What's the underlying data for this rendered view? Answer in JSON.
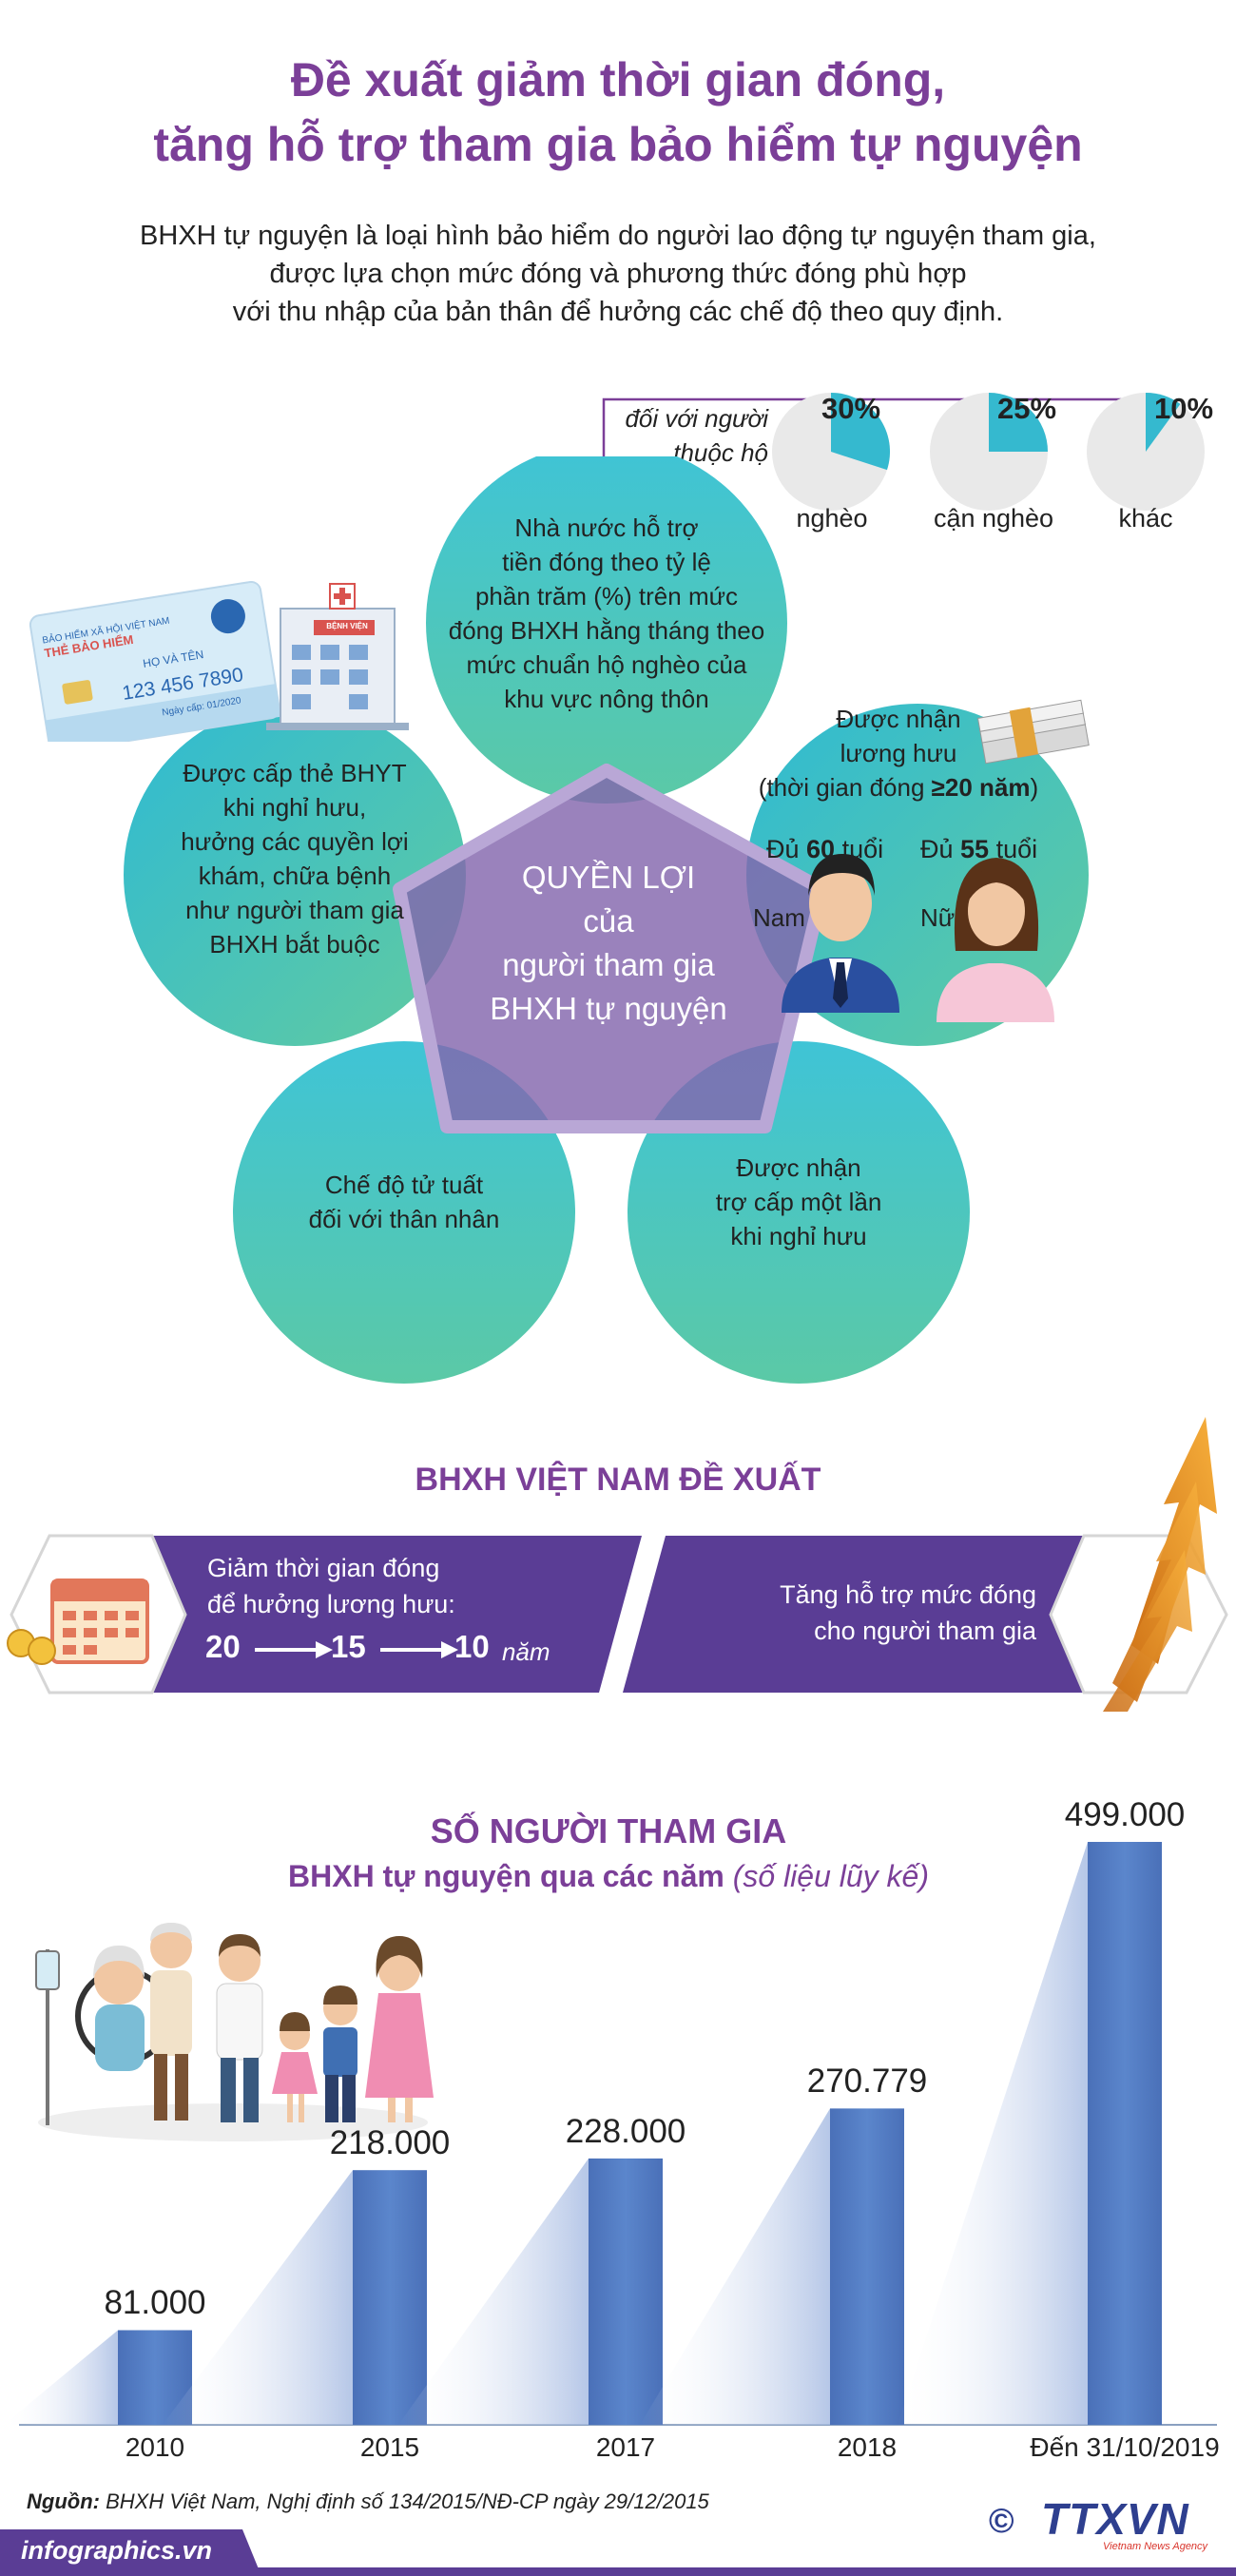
{
  "title_line1": "Đề xuất giảm thời gian đóng,",
  "title_line2": "tăng hỗ trợ tham gia bảo hiểm tự nguyện",
  "intro": {
    "line1": "BHXH tự nguyện là loại hình bảo hiểm do người lao động tự nguyện tham gia,",
    "line2": "được lựa chọn mức đóng và phương thức đóng phù hợp",
    "line3": "với thu nhập của bản thân để hưởng các chế độ theo quy định."
  },
  "support": {
    "label_line1": "đối với người",
    "label_line2": "thuộc hộ",
    "items": [
      {
        "percent": "30%",
        "value": 30,
        "label": "nghèo"
      },
      {
        "percent": "25%",
        "value": 25,
        "label": "cận nghèo"
      },
      {
        "percent": "10%",
        "value": 10,
        "label": "khác"
      }
    ]
  },
  "benefits": {
    "center": [
      "QUYỀN LỢI",
      "của",
      "người tham gia",
      "BHXH tự nguyện"
    ],
    "top": [
      "Nhà nước hỗ trợ",
      "tiền đóng theo tỷ lệ",
      "phần trăm (%) trên mức",
      "đóng BHXH hằng tháng theo",
      "mức chuẩn hộ nghèo của",
      "khu vực nông thôn"
    ],
    "left": [
      "Được cấp thẻ BHYT",
      "khi nghỉ hưu,",
      "hưởng các quyền lợi",
      "khám, chữa bệnh",
      "như người tham gia",
      "BHXH bắt buộc"
    ],
    "right": {
      "line1": "Được nhận",
      "line2": "lương hưu",
      "line3_prefix": "(thời gian đóng ",
      "line3_bold": "≥20 năm",
      "line3_suffix": ")",
      "male_prefix": "Đủ ",
      "male_age": "60",
      "male_suffix": " tuổi",
      "female_prefix": "Đủ ",
      "female_age": "55",
      "female_suffix": " tuổi",
      "male_label": "Nam",
      "female_label": "Nữ"
    },
    "bottom_left": [
      "Chế độ tử tuất",
      "đối với thân nhân"
    ],
    "bottom_right": [
      "Được nhận",
      "trợ cấp một lần",
      "khi nghỉ hưu"
    ]
  },
  "card": {
    "org_line1": "BẢO HIỂM XÃ HỘI VIỆT NAM",
    "org_line2": "THẺ BẢO HIỂM",
    "name_label": "HỌ VÀ TÊN",
    "number": "123 456 7890",
    "date": "Ngày cấp: 01/2020",
    "hospital_sign": "BỆNH VIỆN"
  },
  "proposal": {
    "heading": "BHXH VIỆT NAM ĐỀ XUẤT",
    "left_line1": "Giảm thời gian đóng",
    "left_line2": "để hưởng lương hưu:",
    "steps": [
      "20",
      "15",
      "10"
    ],
    "unit": "năm",
    "right_line1": "Tăng hỗ trợ mức đóng",
    "right_line2": "cho người tham gia"
  },
  "participants": {
    "heading1": "SỐ NGƯỜI THAM GIA",
    "heading2": "BHXH tự nguyện qua các năm",
    "heading2_note": "(số liệu lũy kế)"
  },
  "chart_data": {
    "type": "bar",
    "title": "SỐ NGƯỜI THAM GIA BHXH tự nguyện qua các năm (số liệu lũy kế)",
    "categories": [
      "2010",
      "2015",
      "2017",
      "2018",
      "Đến 31/10/2019"
    ],
    "values": [
      81000,
      218000,
      228000,
      270779,
      499000
    ],
    "labels": [
      "81.000",
      "218.000",
      "228.000",
      "270.779",
      "499.000"
    ],
    "ylim": [
      0,
      499000
    ]
  },
  "footer": {
    "source_label": "Nguồn:",
    "source_text": " BHXH Việt Nam, Nghị định số 134/2015/NĐ-CP ngày 29/12/2015",
    "website": "infographics.vn",
    "copyright": "©",
    "agency": "TTXVN",
    "agency_sub": "Vietnam News Agency"
  },
  "colors": {
    "purple": "#7b3f98",
    "banner": "#5a3d95",
    "teal": "#35b9cf",
    "bar": "#4f79c2"
  }
}
